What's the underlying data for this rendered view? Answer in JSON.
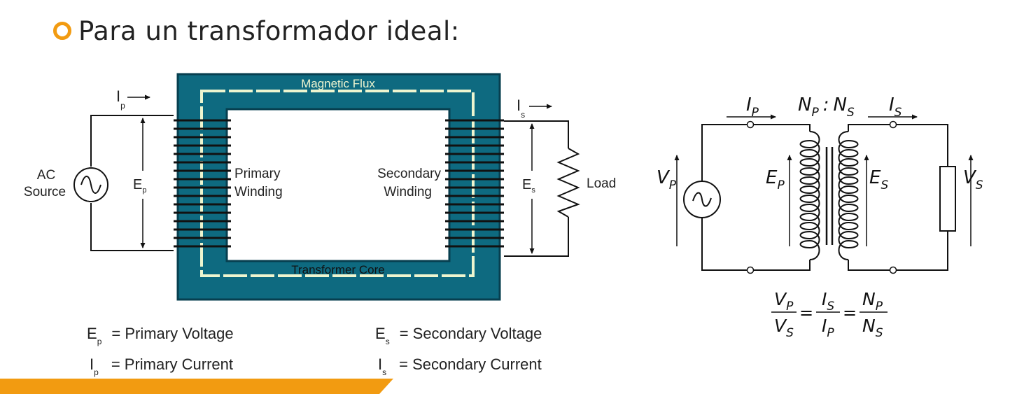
{
  "heading": {
    "text": "Para un transformador ideal:"
  },
  "diagram1": {
    "core_top_label": "Magnetic Flux",
    "core_bottom_label": "Transformer Core",
    "primary_current_label": "I",
    "primary_current_sub": "p",
    "secondary_current_label": "I",
    "secondary_current_sub": "s",
    "ac_source_line1": "AC",
    "ac_source_line2": "Source",
    "primary_voltage_label": "E",
    "primary_voltage_sub": "p",
    "secondary_voltage_label": "E",
    "secondary_voltage_sub": "s",
    "primary_winding_line1": "Primary",
    "primary_winding_line2": "Winding",
    "secondary_winding_line1": "Secondary",
    "secondary_winding_line2": "Winding",
    "load_label": "Load"
  },
  "legend": {
    "ep_symbol": "E",
    "ep_sub": "p",
    "ep_text": "= Primary Voltage",
    "es_symbol": "E",
    "es_sub": "s",
    "es_text": "= Secondary Voltage",
    "ip_symbol": "I",
    "ip_sub": "p",
    "ip_text": "= Primary Current",
    "is_symbol": "I",
    "is_sub": "s",
    "is_text": "= Secondary Current"
  },
  "diagram2": {
    "ip": "I",
    "ip_sub": "P",
    "np": "N",
    "np_sub": "P",
    "colon": ":",
    "ns": "N",
    "ns_sub": "S",
    "is": "I",
    "is_sub": "S",
    "vp": "V",
    "vp_sub": "P",
    "ep": "E",
    "ep_sub": "P",
    "es": "E",
    "es_sub": "S",
    "vs": "V",
    "vs_sub": "S"
  },
  "formula": {
    "f1_num": "V",
    "f1_num_sub": "P",
    "f1_den": "V",
    "f1_den_sub": "S",
    "eq1": "=",
    "f2_num": "I",
    "f2_num_sub": "S",
    "f2_den": "I",
    "f2_den_sub": "P",
    "eq2": "=",
    "f3_num": "N",
    "f3_num_sub": "P",
    "f3_den": "N",
    "f3_den_sub": "S"
  },
  "colors": {
    "accent": "#f29b11",
    "core": "#0e6a80",
    "core_dark": "#073f4f",
    "flux": "#eef5cf"
  }
}
